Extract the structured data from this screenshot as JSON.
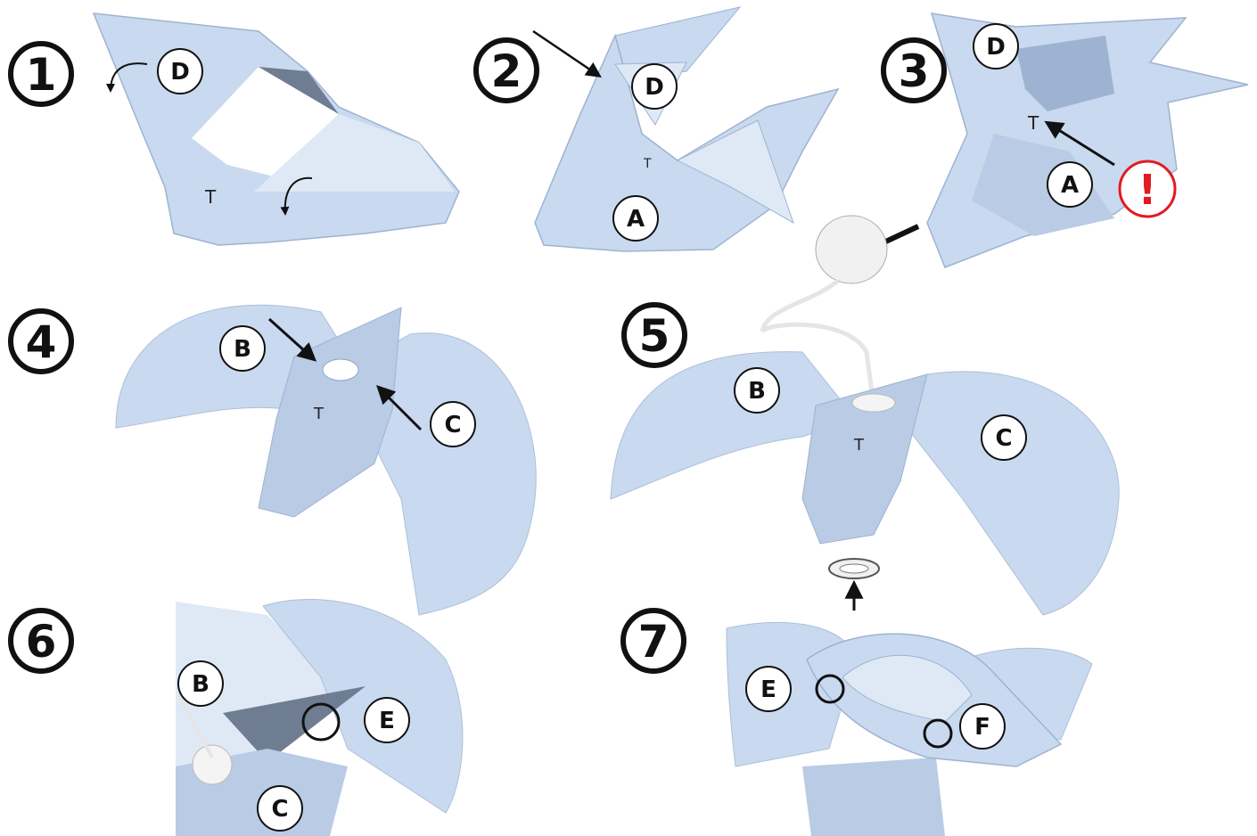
{
  "steps": [
    {
      "number": "1"
    },
    {
      "number": "2"
    },
    {
      "number": "3"
    },
    {
      "number": "4"
    },
    {
      "number": "5"
    },
    {
      "number": "6"
    },
    {
      "number": "7"
    }
  ],
  "labels": {
    "s1_d": "D",
    "s2_d": "D",
    "s2_a": "A",
    "s3_d": "D",
    "s3_a": "A",
    "s3_warning": "!",
    "s4_b": "B",
    "s4_c": "C",
    "s5_b": "B",
    "s5_c": "C",
    "s6_b": "B",
    "s6_e": "E",
    "s6_c": "C",
    "s7_e": "E",
    "s7_f": "F"
  },
  "colors": {
    "paper": "#c9d9ef",
    "paper_shade": "#9eb3d1",
    "paper_light": "#dfe9f6",
    "outline": "#111111",
    "warning": "#e11b22"
  }
}
